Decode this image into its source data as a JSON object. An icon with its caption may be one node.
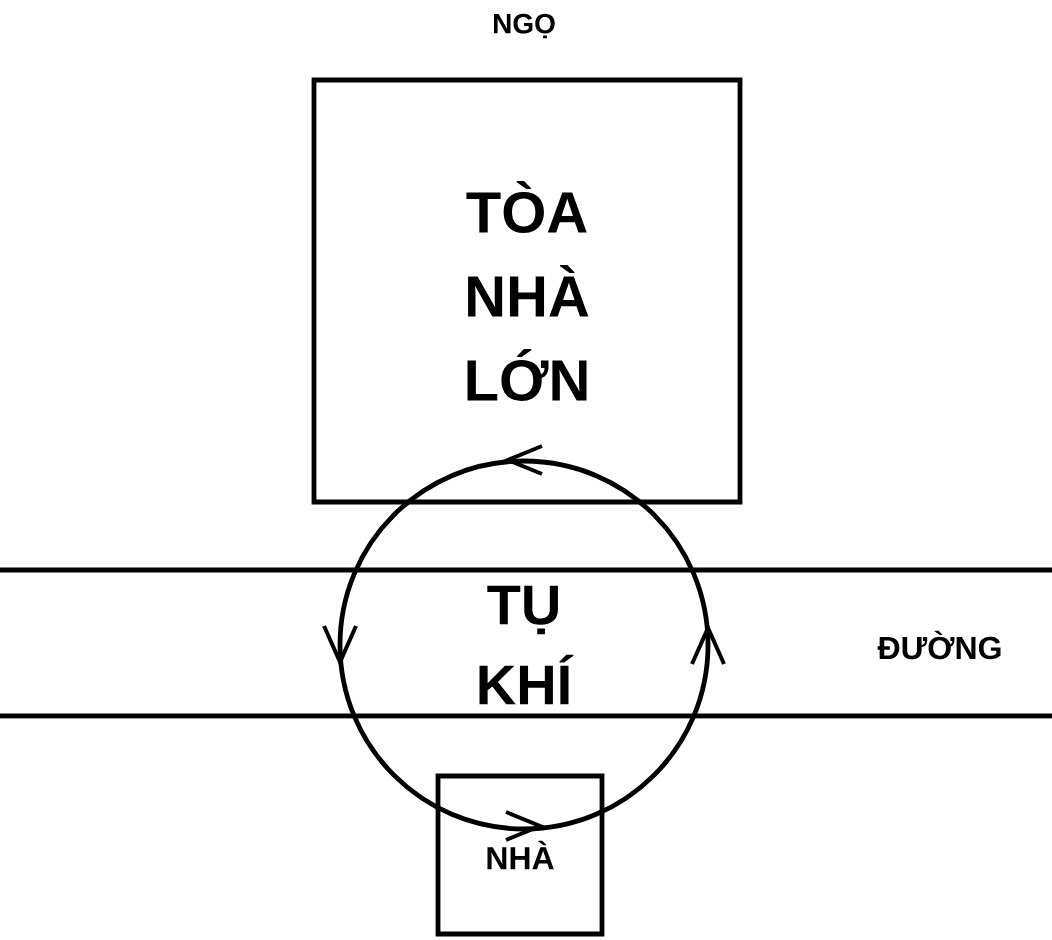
{
  "diagram": {
    "nodes": [
      {
        "text": [
          "TÒA NHÀ LỚN"
        ]
      },
      {
        "text": [
          "ĐƯỜNG"
        ]
      },
      {
        "text": [
          "TỤ KHÍ"
        ]
      },
      {
        "text": [
          "NHÀ"
        ]
      }
    ],
    "labels": [
      "NGỌ"
    ]
  }
}
